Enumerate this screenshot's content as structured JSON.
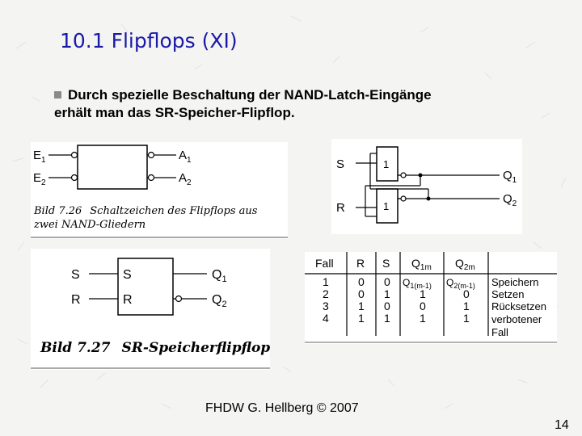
{
  "slide": {
    "title": "10.1  Flipflops (XI)",
    "bullet": {
      "line1": "Durch spezielle Beschaltung der NAND-Latch-Eingänge",
      "line2": "erhält man das SR-Speicher-Flipflop."
    },
    "footer": "FHDW G. Hellberg © 2007",
    "page_number": "14"
  },
  "fig726": {
    "in1": "E",
    "in1_sub": "1",
    "in2": "E",
    "in2_sub": "2",
    "out1": "A",
    "out1_sub": "1",
    "out2": "A",
    "out2_sub": "2",
    "caption_num": "Bild 7.26",
    "caption_text1": "Schaltzeichen des Flipflops aus",
    "caption_text2": "zwei NAND-Gliedern"
  },
  "nand_latch": {
    "s": "S",
    "r": "R",
    "gate1": "1",
    "gate2": "1",
    "q1": "Q",
    "q1_sub": "1",
    "q2": "Q",
    "q2_sub": "2"
  },
  "fig727": {
    "s_outer": "S",
    "r_outer": "R",
    "s_inner": "S",
    "r_inner": "R",
    "q1": "Q",
    "q1_sub": "1",
    "q2": "Q",
    "q2_sub": "2",
    "caption_num": "Bild 7.27",
    "caption_text": "SR-Speicherflipflop"
  },
  "truth_table": {
    "headers": [
      "Fall",
      "R",
      "S",
      "Q1m",
      "Q2m",
      ""
    ],
    "q1m_sub": "1m",
    "q2m_sub": "2m",
    "cases": [
      "1",
      "2",
      "3",
      "4"
    ],
    "r_values": [
      "0",
      "0",
      "1",
      "1"
    ],
    "s_values": [
      "0",
      "1",
      "0",
      "1"
    ],
    "q1_values": [
      "Q1(m-1)",
      "1",
      "0",
      "1"
    ],
    "q2_values": [
      "Q2(m-1)",
      "0",
      "1",
      "1"
    ],
    "q1_hold_main": "Q",
    "q1_hold_sub": "1(m-1)",
    "q2_hold_main": "Q",
    "q2_hold_sub": "2(m-1)",
    "desc": [
      "Speichern",
      "Setzen",
      "Rücksetzen",
      "verbotener",
      "Fall"
    ]
  }
}
